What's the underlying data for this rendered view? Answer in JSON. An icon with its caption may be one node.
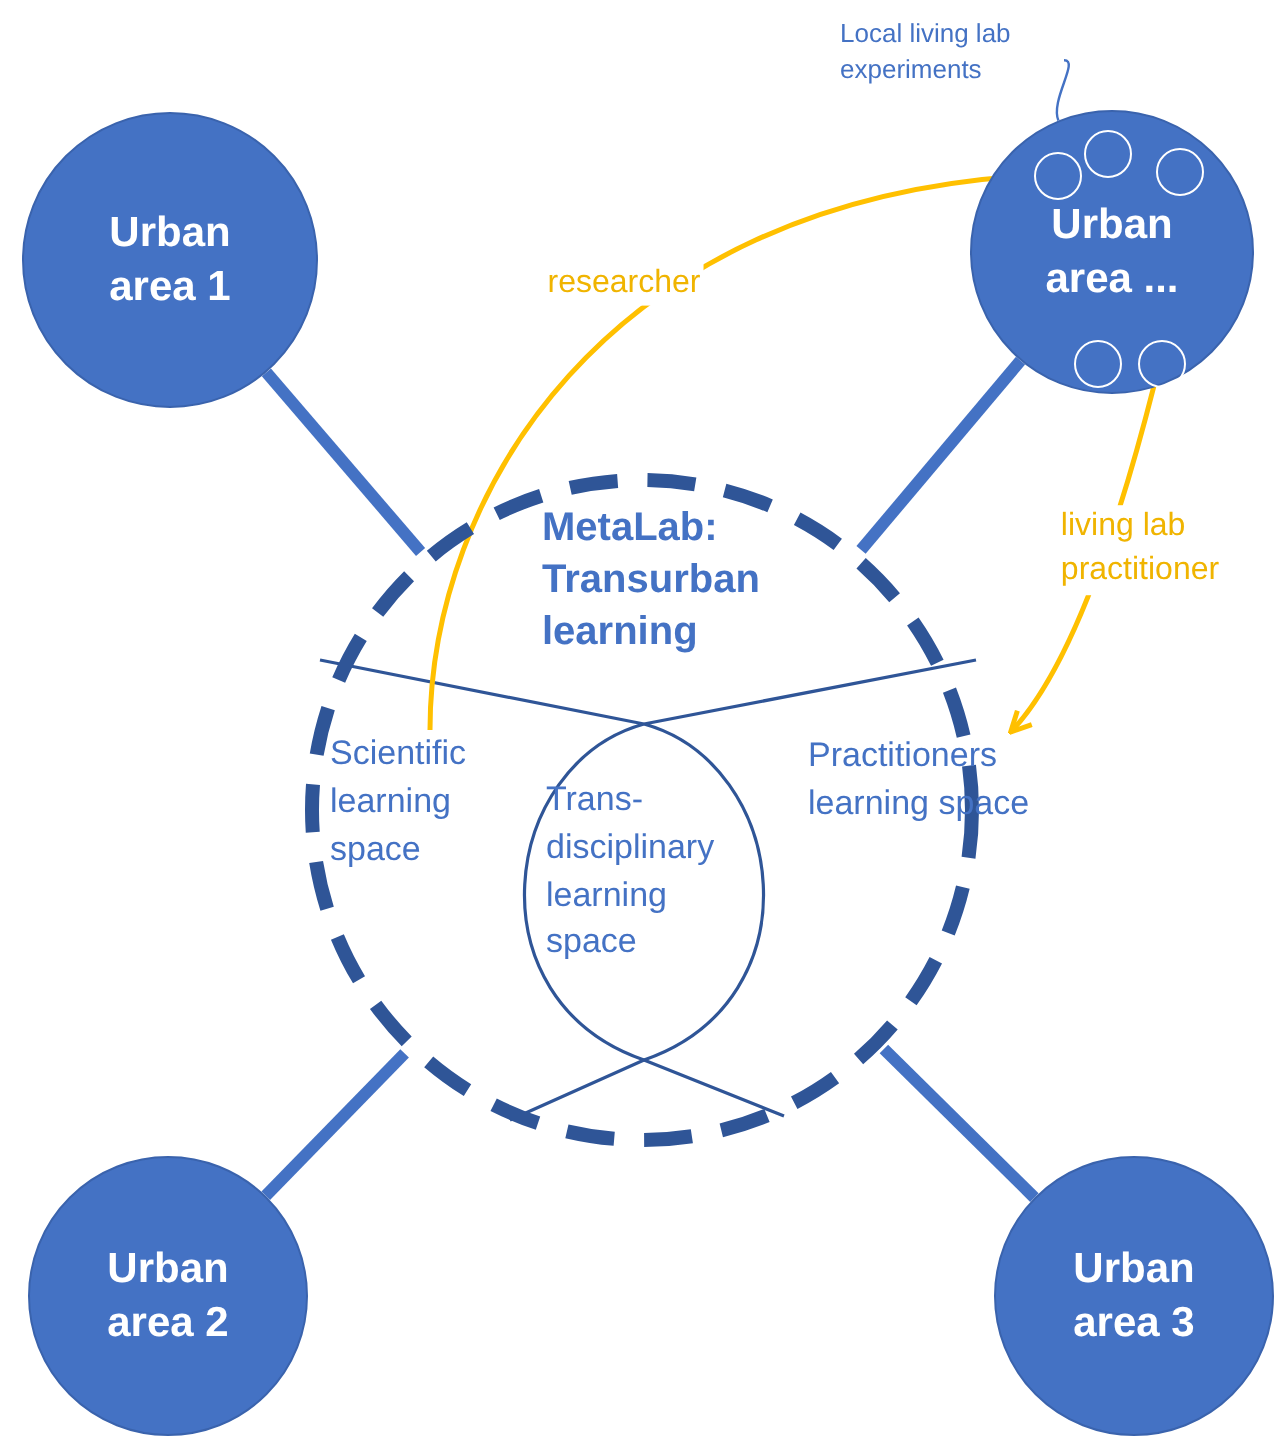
{
  "diagram": {
    "nodes": [
      {
        "text": [
          "Urban area 1"
        ]
      },
      {
        "text": [
          "Urban area ..."
        ]
      },
      {
        "text": [],
        "shape": "circle",
        "in": 1
      },
      {
        "text": [],
        "shape": "circle",
        "in": 1
      },
      {
        "text": [],
        "shape": "circle",
        "in": 1
      },
      {
        "text": [],
        "shape": "circle",
        "in": 1
      },
      {
        "text": [],
        "shape": "circle",
        "in": 1
      },
      {
        "text": [
          "MetaLab: Transurban learning"
        ]
      },
      {
        "text": [
          "Scientific learning space"
        ],
        "in": 7
      },
      {
        "text": [
          "Trans-disciplinary learning space"
        ],
        "in": 7
      },
      {
        "text": [
          "Practitioners learning space"
        ]
      },
      {
        "text": [
          "Urban area 2"
        ]
      },
      {
        "text": [
          "Urban area 3"
        ]
      },
      {
        "text": [
          "Local living lab experiments"
        ]
      }
    ],
    "edges": [
      {
        "from": 0,
        "to": 7,
        "arrow": "none"
      },
      {
        "from": 1,
        "to": 7,
        "arrow": "none"
      },
      {
        "from": 11,
        "to": 7,
        "arrow": "none"
      },
      {
        "from": 12,
        "to": 7,
        "arrow": "none"
      },
      {
        "from": 8,
        "to": 2,
        "arrow": "to",
        "label": "researcher",
        "color": "#ffc000"
      },
      {
        "from": 6,
        "to": 10,
        "arrow": "to",
        "label": "living lab practitioner",
        "color": "#ffc000"
      },
      {
        "from": 13,
        "to": 1,
        "arrow": "none"
      }
    ]
  }
}
